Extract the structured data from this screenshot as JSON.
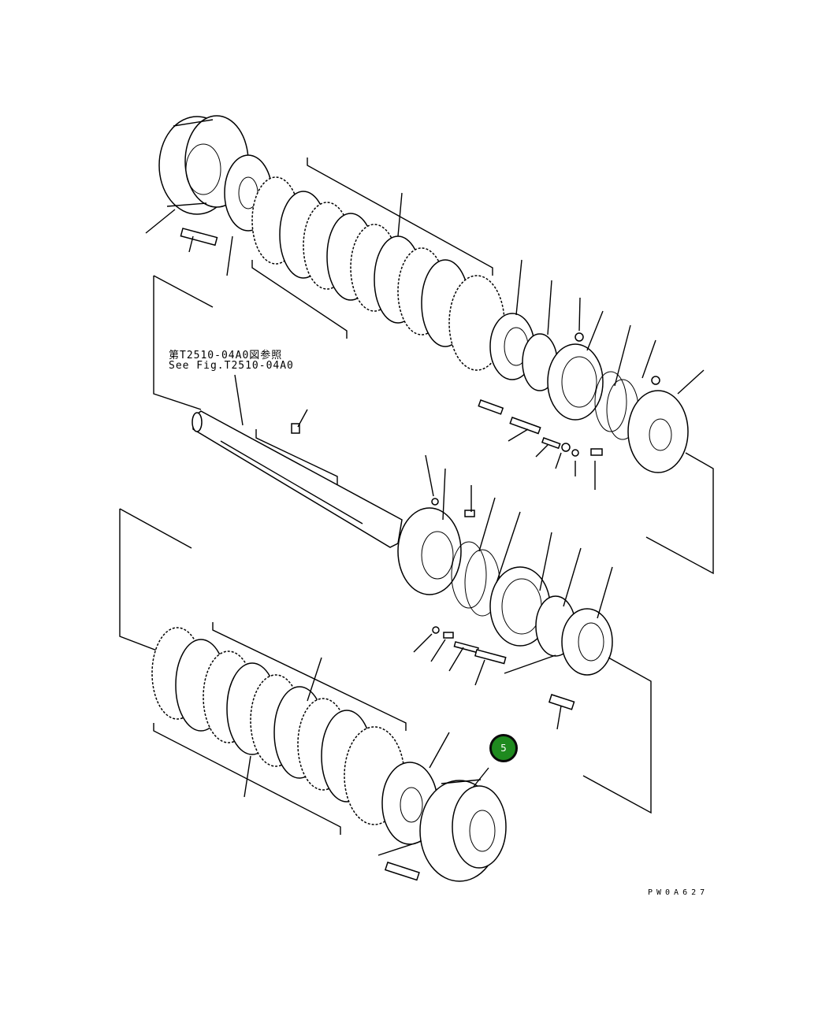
{
  "diagram": {
    "reference_note_jp": "第T2510-04A0図参照",
    "reference_note_en": "See Fig.T2510-04A0",
    "drawing_code": "PW0A627"
  },
  "callouts": [
    {
      "number": "5",
      "color": "#1f8a1f"
    }
  ]
}
